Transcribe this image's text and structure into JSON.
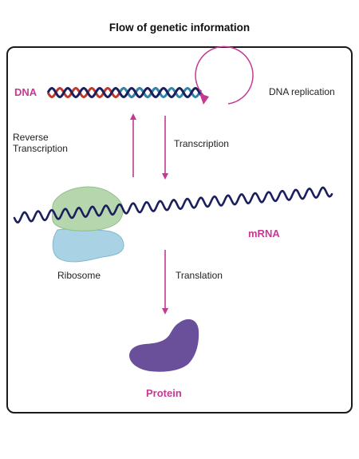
{
  "title": "Flow of genetic information",
  "labels": {
    "dna": "DNA",
    "dna_replication": "DNA replication",
    "reverse_transcription": "Reverse\nTranscription",
    "transcription": "Transcription",
    "mrna": "mRNA",
    "ribosome": "Ribosome",
    "translation": "Translation",
    "protein": "Protein"
  },
  "colors": {
    "accent_pink": "#c43a93",
    "dna_red": "#c0392b",
    "dna_blue": "#2f86a6",
    "mrna_navy": "#1b1f5e",
    "ribosome_large": "#b6d7ad",
    "ribosome_small": "#a9d3e4",
    "protein": "#6a4f9a"
  }
}
